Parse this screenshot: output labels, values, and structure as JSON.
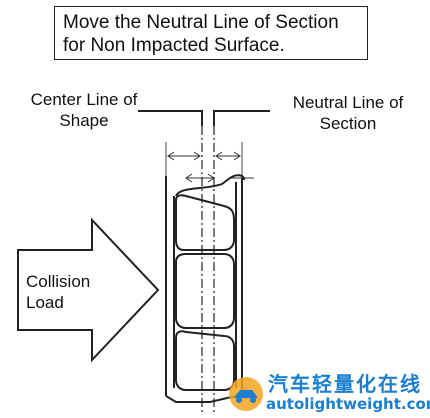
{
  "title": {
    "line1": "Move the Neutral Line of Section",
    "line2": "for Non Impacted Surface."
  },
  "labels": {
    "center_line": {
      "line1": "Center Line of",
      "line2": "Shape"
    },
    "neutral_line": {
      "line1": "Neutral Line of",
      "line2": "Section"
    }
  },
  "arrow": {
    "line1": "Collision",
    "line2": "Load"
  },
  "watermark": {
    "line1": "汽车轻量化在线",
    "line2": "autolightweight.com"
  },
  "colors": {
    "line": "#222222",
    "watermark": "#1b7fd0",
    "watermark_accent": "#f5a623"
  },
  "icons": {
    "logo": "car-logo-icon"
  }
}
